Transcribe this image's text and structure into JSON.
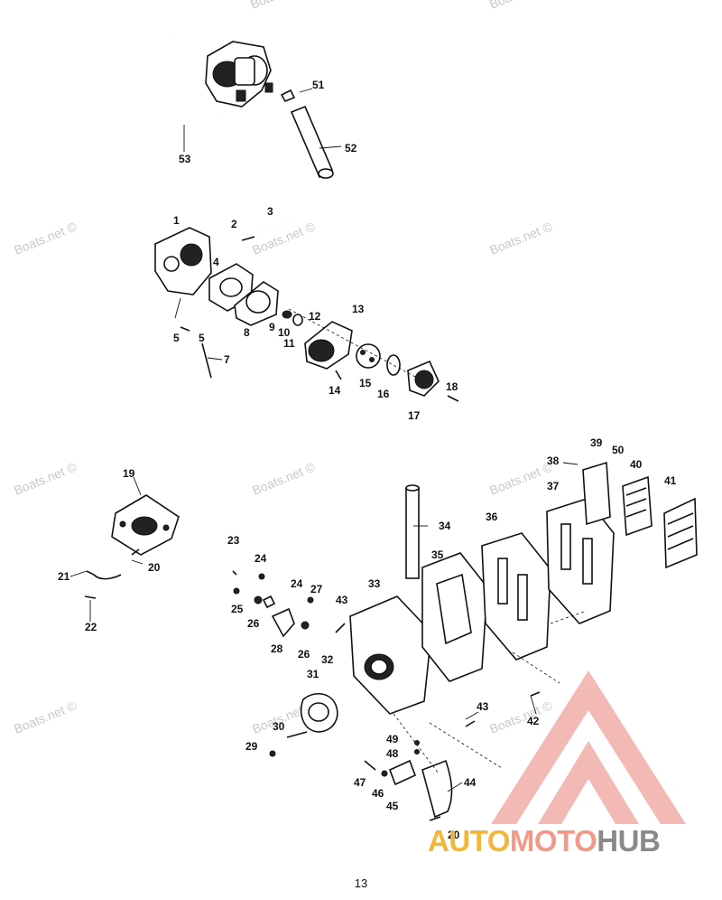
{
  "page_number": "13",
  "watermark_text": "Boats.net ©",
  "logo": {
    "part1": "AUTO",
    "part2": "MOTO",
    "part3": "HUB",
    "color_part1": "#f2b63a",
    "color_part2": "#f29a8a",
    "color_part3": "#8a8a8a",
    "triangle_color": "#f2b3ae"
  },
  "labels": {
    "p1": "1",
    "p2": "2",
    "p3": "3",
    "p4": "4",
    "p5a": "5",
    "p5b": "5",
    "p7": "7",
    "p8": "8",
    "p9": "9",
    "p10": "10",
    "p11": "11",
    "p12": "12",
    "p13": "13",
    "p14": "14",
    "p15": "15",
    "p16": "16",
    "p17": "17",
    "p18": "18",
    "p19": "19",
    "p20a": "20",
    "p20b": "20",
    "p21": "21",
    "p22": "22",
    "p23": "23",
    "p24a": "24",
    "p24b": "24",
    "p25": "25",
    "p26a": "26",
    "p26b": "26",
    "p27": "27",
    "p28": "28",
    "p29": "29",
    "p30": "30",
    "p31": "31",
    "p32": "32",
    "p33": "33",
    "p34": "34",
    "p35": "35",
    "p36": "36",
    "p37": "37",
    "p38": "38",
    "p39": "39",
    "p40": "40",
    "p41": "41",
    "p42": "42",
    "p43a": "43",
    "p43b": "43",
    "p44": "44",
    "p45": "45",
    "p46": "46",
    "p47": "47",
    "p48": "48",
    "p49": "49",
    "p50": "50",
    "p51": "51",
    "p52": "52",
    "p53": "53"
  }
}
